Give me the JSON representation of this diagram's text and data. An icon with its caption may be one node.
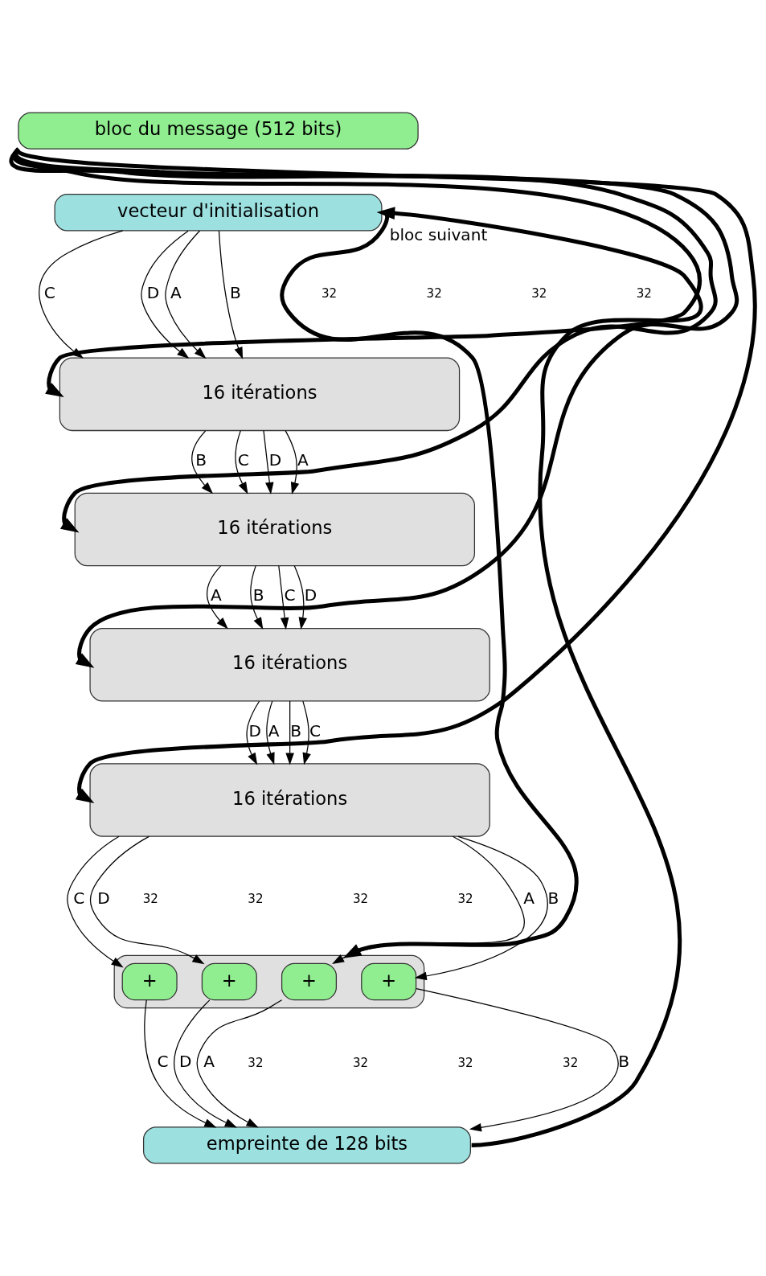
{
  "diagram": {
    "nodes": [
      {
        "text": [
          "bloc du message (512 bits)"
        ]
      },
      {
        "text": [
          "vecteur d'initialisation"
        ]
      },
      {
        "text": [
          "16 itérations"
        ]
      },
      {
        "text": [
          "16 itérations"
        ]
      },
      {
        "text": [
          "16 itérations"
        ]
      },
      {
        "text": [
          "16 itérations"
        ]
      },
      {
        "text": [],
        "shape": "box"
      },
      {
        "text": [
          "+"
        ],
        "in": 6
      },
      {
        "text": [
          "+"
        ],
        "in": 6
      },
      {
        "text": [
          "+"
        ],
        "in": 6
      },
      {
        "text": [
          "+"
        ],
        "in": 6
      },
      {
        "text": [
          "empreinte de 128 bits"
        ]
      }
    ],
    "edges": [
      {
        "from": 0,
        "to": 2,
        "arrow": "to",
        "style": "thick"
      },
      {
        "from": 0,
        "to": 3,
        "arrow": "to",
        "style": "thick"
      },
      {
        "from": 0,
        "to": 4,
        "arrow": "to",
        "style": "thick"
      },
      {
        "from": 0,
        "to": 5,
        "arrow": "to",
        "style": "thick"
      },
      {
        "from": 1,
        "to": 2,
        "label": "A",
        "arrow": "to"
      },
      {
        "from": 1,
        "to": 2,
        "label": "B",
        "arrow": "to"
      },
      {
        "from": 1,
        "to": 2,
        "label": "C",
        "arrow": "to"
      },
      {
        "from": 1,
        "to": 2,
        "label": "D",
        "arrow": "to"
      },
      {
        "from": 2,
        "to": 3,
        "label": "A",
        "arrow": "to"
      },
      {
        "from": 2,
        "to": 3,
        "label": "B",
        "arrow": "to"
      },
      {
        "from": 2,
        "to": 3,
        "label": "C",
        "arrow": "to"
      },
      {
        "from": 2,
        "to": 3,
        "label": "D",
        "arrow": "to"
      },
      {
        "from": 3,
        "to": 4,
        "label": "A",
        "arrow": "to"
      },
      {
        "from": 3,
        "to": 4,
        "label": "B",
        "arrow": "to"
      },
      {
        "from": 3,
        "to": 4,
        "label": "C",
        "arrow": "to"
      },
      {
        "from": 3,
        "to": 4,
        "label": "D",
        "arrow": "to"
      },
      {
        "from": 4,
        "to": 5,
        "label": "A",
        "arrow": "to"
      },
      {
        "from": 4,
        "to": 5,
        "label": "B",
        "arrow": "to"
      },
      {
        "from": 4,
        "to": 5,
        "label": "C",
        "arrow": "to"
      },
      {
        "from": 4,
        "to": 5,
        "label": "D",
        "arrow": "to"
      },
      {
        "from": 5,
        "to": 7,
        "label": "A",
        "arrow": "to"
      },
      {
        "from": 5,
        "to": 8,
        "label": "B",
        "arrow": "to"
      },
      {
        "from": 5,
        "to": 9,
        "label": "C",
        "arrow": "to"
      },
      {
        "from": 5,
        "to": 10,
        "label": "D",
        "arrow": "to"
      },
      {
        "from": 1,
        "to": 6,
        "arrow": "to",
        "style": "thick"
      },
      {
        "from": 7,
        "to": 11,
        "label": "A",
        "arrow": "to"
      },
      {
        "from": 8,
        "to": 11,
        "label": "B",
        "arrow": "to"
      },
      {
        "from": 9,
        "to": 11,
        "label": "C",
        "arrow": "to"
      },
      {
        "from": 10,
        "to": 11,
        "label": "D",
        "arrow": "to"
      },
      {
        "from": 11,
        "to": 1,
        "label": "bloc suivant",
        "arrow": "to",
        "style": "thick"
      }
    ],
    "labels": [
      "32",
      "32",
      "32",
      "32",
      "32",
      "32",
      "32",
      "32",
      "32",
      "32",
      "32",
      "32"
    ]
  }
}
